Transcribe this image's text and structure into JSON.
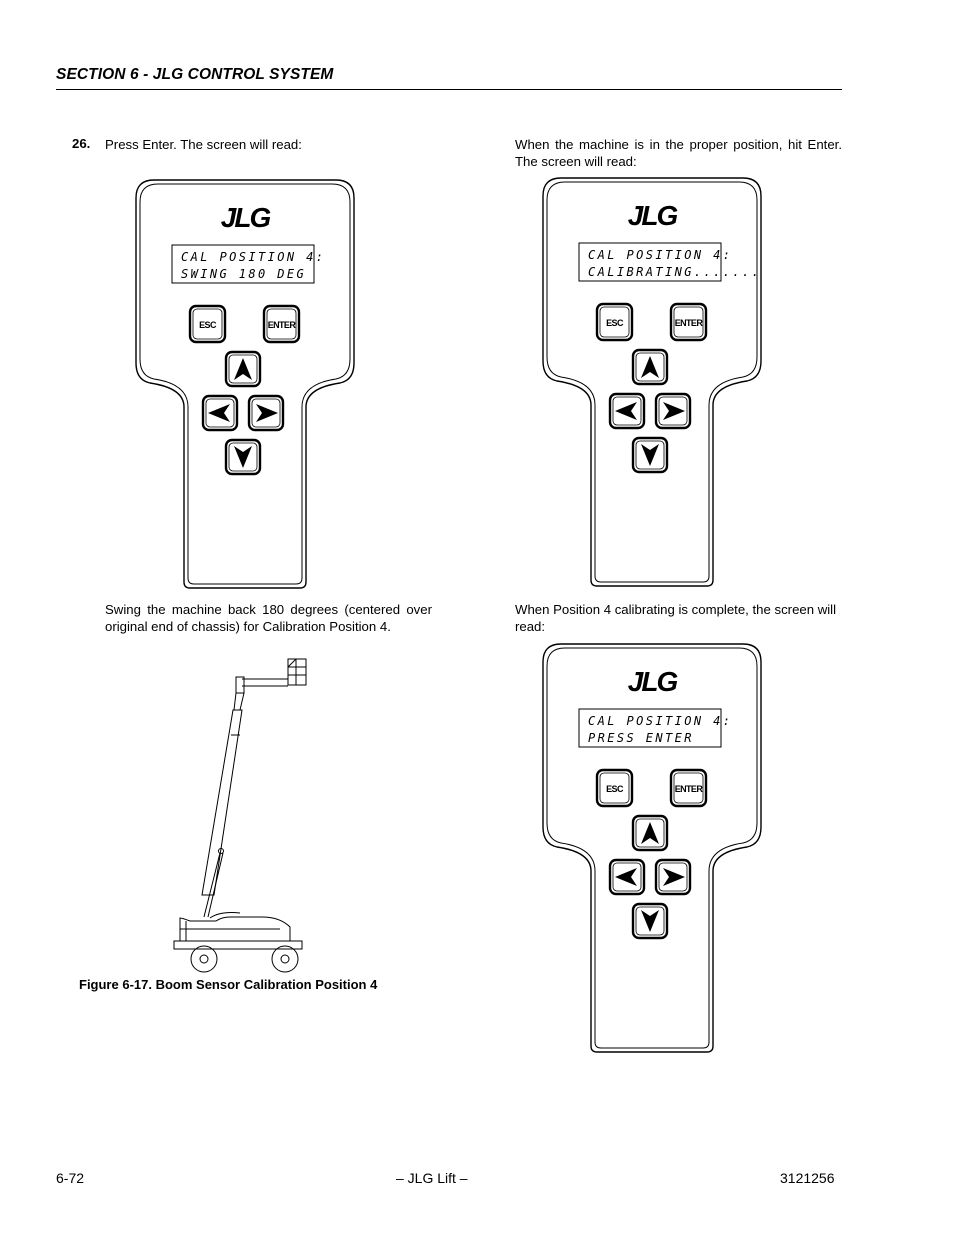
{
  "header": {
    "section_title": "SECTION 6 - JLG CONTROL SYSTEM"
  },
  "step": {
    "number": "26.",
    "text": "Press Enter. The screen will read:",
    "swing_text": "Swing the machine back 180 degrees (centered over original end of chassis) for Calibration Position 4."
  },
  "right_column": {
    "proper_position_text": "When the machine is in the proper position, hit Enter. The screen will read:",
    "complete_text": "When Position 4 calibrating is complete, the screen will read:"
  },
  "pendants": [
    {
      "logo": "JLG",
      "line1": "CAL POSITION 4:",
      "line2": "SWING 180 DEG",
      "esc_label": "ESC",
      "enter_label": "ENTER"
    },
    {
      "logo": "JLG",
      "line1": "CAL POSITION 4:",
      "line2": "CALIBRATING.......",
      "esc_label": "ESC",
      "enter_label": "ENTER"
    },
    {
      "logo": "JLG",
      "line1": "CAL POSITION 4:",
      "line2": "PRESS ENTER",
      "esc_label": "ESC",
      "enter_label": "ENTER"
    }
  ],
  "figure": {
    "caption": "Figure 6-17.  Boom Sensor Calibration Position 4"
  },
  "footer": {
    "page_number": "6-72",
    "center": "– JLG Lift –",
    "doc_number": "3121256"
  },
  "icons": [
    "jlg-logo",
    "arrow-up-icon",
    "arrow-left-icon",
    "arrow-right-icon",
    "arrow-down-icon",
    "boom-lift-drawing"
  ]
}
